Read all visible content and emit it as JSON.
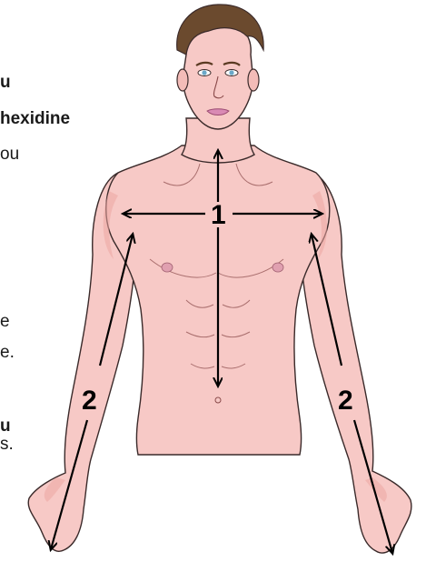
{
  "text_fragments": [
    {
      "text": "u",
      "weight": "bold"
    },
    {
      "text": "hexidine",
      "weight": "bold"
    },
    {
      "text": "ou",
      "weight": "normal"
    },
    {
      "text": "e",
      "weight": "normal"
    },
    {
      "text": "e.",
      "weight": "normal"
    },
    {
      "text": "u",
      "weight": "bold"
    },
    {
      "text": "s.",
      "weight": "normal"
    }
  ],
  "labels": {
    "chest": "1",
    "left_arm": "2",
    "right_arm": "2"
  },
  "colors": {
    "skin": "#f7c9c6",
    "skin_shade": "#eca5a3",
    "outline": "#3a2a2a",
    "hair": "#6b4a2e",
    "arrow": "#000000"
  }
}
